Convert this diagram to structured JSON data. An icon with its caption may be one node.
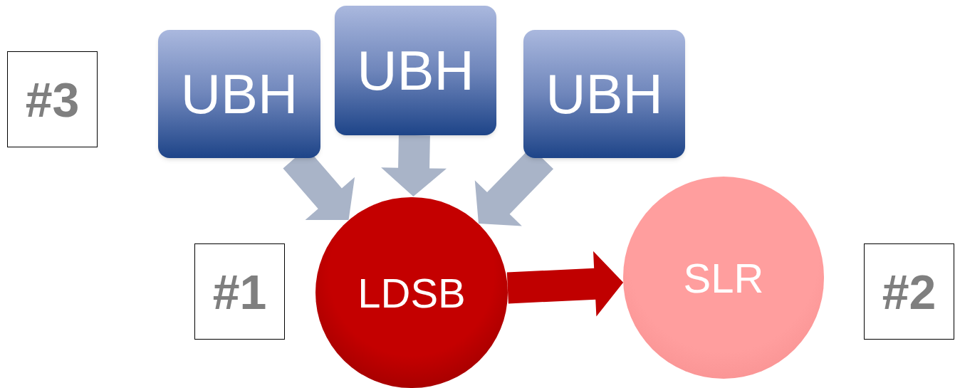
{
  "diagram": {
    "nodes": [
      {
        "text": [
          "#3"
        ]
      },
      {
        "text": [
          "UBH"
        ]
      },
      {
        "text": [
          "UBH"
        ]
      },
      {
        "text": [
          "UBH"
        ]
      },
      {
        "text": [
          "#1"
        ]
      },
      {
        "text": [
          "LDSB"
        ]
      },
      {
        "text": [
          "SLR"
        ]
      },
      {
        "text": [
          "#2"
        ]
      }
    ],
    "edges": [
      {
        "from": 1,
        "to": 5,
        "arrow": "to",
        "style": "thick"
      },
      {
        "from": 2,
        "to": 5,
        "arrow": "to",
        "style": "thick"
      },
      {
        "from": 3,
        "to": 5,
        "arrow": "to",
        "style": "thick"
      },
      {
        "from": 5,
        "to": 6,
        "arrow": "to",
        "style": "thick",
        "color": "#c00000"
      }
    ]
  }
}
